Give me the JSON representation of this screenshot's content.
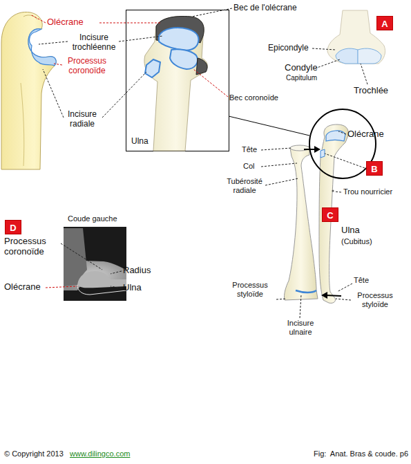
{
  "diagram": {
    "nodes": [
      {
        "text": [
          "A"
        ]
      },
      {
        "text": [
          "B"
        ]
      },
      {
        "text": [
          "C"
        ]
      },
      {
        "text": [
          "D"
        ]
      }
    ],
    "labels": [
      "Olécrane",
      "Incisure trochléenne",
      "Processus coronoïde",
      "Incisure radiale",
      "Bec de l'olécrane",
      "Bec coronoïde",
      "Ulna",
      "Epicondyle",
      "Condyle",
      "Capitulum",
      "Trochlée",
      "Olécrane",
      "Tête",
      "Col",
      "Tubérosité radiale",
      "Trou nourricier",
      "Ulna",
      "(Cubitus)",
      "Coude gauche",
      "Processus coronoïde",
      "Radius",
      "Olécrane",
      "Ulna",
      "Processus styloïde",
      "Incisure ulnaire",
      "Tête",
      "Processus styloïde",
      "© Copyright 2013",
      "www.dilingco.com",
      "Fig:  Anat. Bras & coude. p6"
    ]
  }
}
